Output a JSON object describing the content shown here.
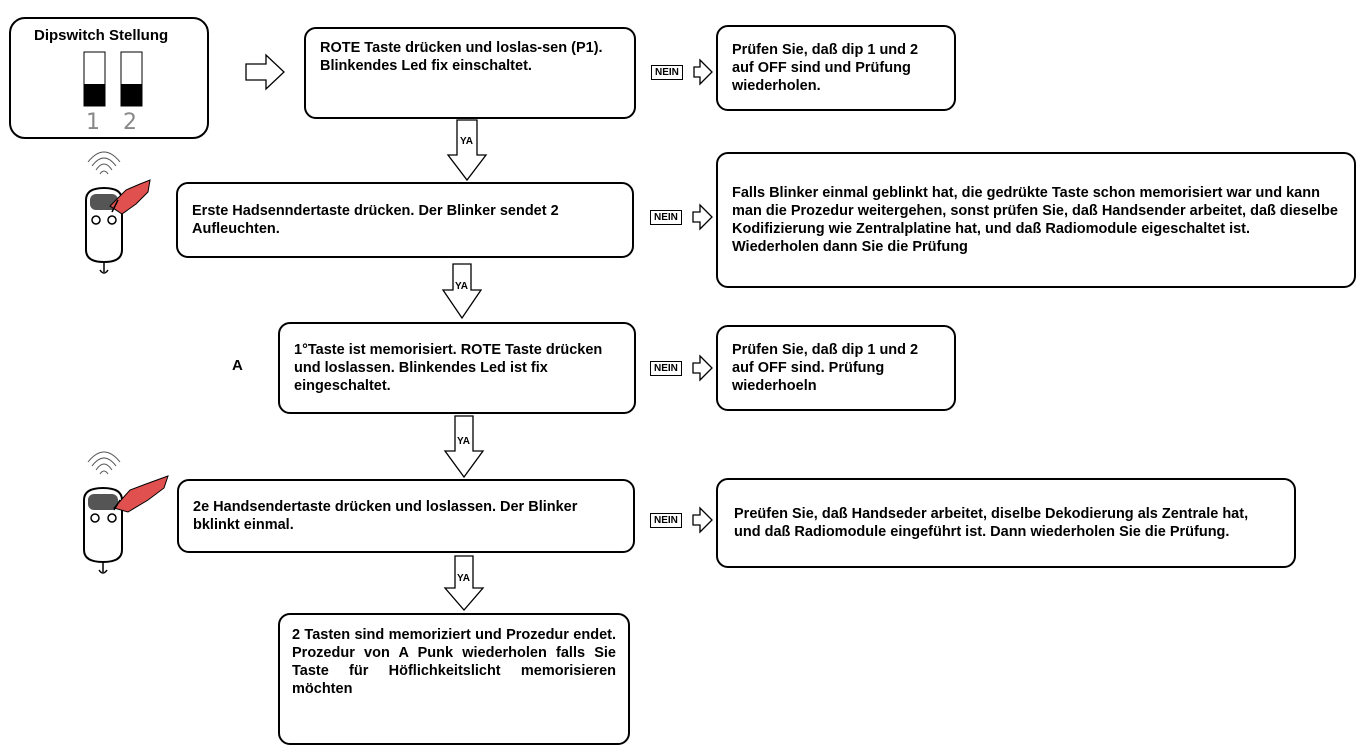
{
  "dipswitch": {
    "title": "Dipswitch Stellung",
    "numbers": [
      "1",
      "2"
    ]
  },
  "steps": {
    "step1": "ROTE Taste drücken und loslas-sen (P1). Blinkendes Led fix einschaltet.",
    "step2": "Erste Hadsenndertaste drücken. Der Blinker sendet 2 Aufleuchten.",
    "step3": "1°Taste ist memorisiert. ROTE Taste drücken und loslassen. Blinkendes Led ist fix eingeschaltet.",
    "step4": "2e Handsendertaste drücken und loslassen. Der Blinker bklinkt einmal.",
    "step5": "2 Tasten sind memoriziert und Prozedur endet. Prozedur von A Punk wiederholen falls Sie Taste für Höflichkeitslicht memorisieren möchten"
  },
  "errors": {
    "err1": "Prüfen Sie, daß dip 1 und 2 auf OFF sind und Prüfung wiederholen.",
    "err2": "Falls Blinker einmal geblinkt hat, die gedrükte Taste schon memorisiert war und kann man die Prozedur weitergehen, sonst prüfen Sie, daß Handsender arbeitet, daß dieselbe Kodifizierung wie Zentralplatine hat, und daß Radiomodule eigeschaltet ist. Wiederholen dann Sie die Prüfung",
    "err3": "Prüfen Sie, daß dip 1 und 2 auf OFF sind. Prüfung wiederhoeln",
    "err4": "Preüfen Sie, daß Handseder arbeitet, diselbe Dekodierung als Zentrale hat, und daß Radiomodule eingeführt ist. Dann wiederholen Sie die Prüfung."
  },
  "labels": {
    "no": "NEIN",
    "yes": "YA",
    "point_a": "A"
  },
  "icons": [
    "remote-control-icon",
    "hand-icon",
    "signal-waves-icon",
    "dip-switch-icon"
  ],
  "colors": {
    "hand": "#e0504f",
    "switch": "#000000",
    "outline": "#000000"
  }
}
